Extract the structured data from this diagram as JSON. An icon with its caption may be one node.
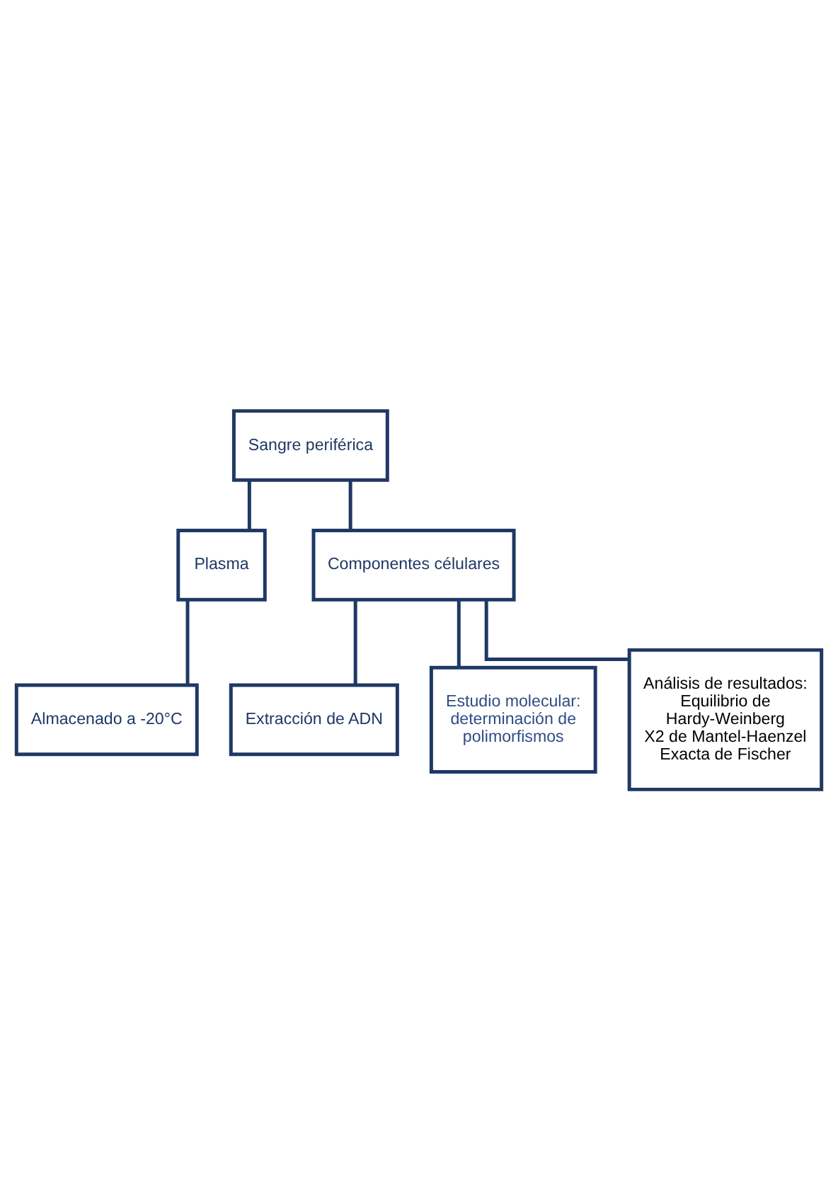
{
  "diagram": {
    "nodes": [
      {
        "text": [
          "Sangre periférica"
        ]
      },
      {
        "text": [
          "Plasma"
        ]
      },
      {
        "text": [
          "Componentes célulares"
        ]
      },
      {
        "text": [
          "Almacenado a -20°C"
        ]
      },
      {
        "text": [
          "Extracción de ADN"
        ]
      },
      {
        "text": [
          "Estudio molecular: determinación de polimorfismos"
        ]
      },
      {
        "text": [
          "Análisis de resultados: Equilibrio de Hardy-Weinberg",
          "X2 de Mantel-Haenzel",
          "Exacta de Fischer"
        ]
      }
    ],
    "edges": [
      {
        "from": 0,
        "to": 1,
        "arrow": "none"
      },
      {
        "from": 0,
        "to": 2,
        "arrow": "none"
      },
      {
        "from": 1,
        "to": 3,
        "arrow": "none"
      },
      {
        "from": 2,
        "to": 4,
        "arrow": "none"
      },
      {
        "from": 2,
        "to": 5,
        "arrow": "none"
      },
      {
        "from": 2,
        "to": 6,
        "arrow": "none"
      }
    ]
  }
}
